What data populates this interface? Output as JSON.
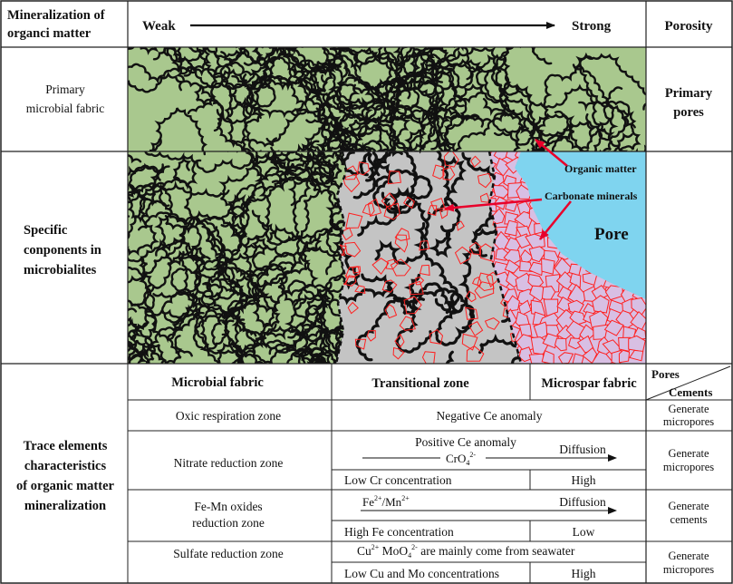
{
  "header": {
    "left_label_line1": "Mineralization of",
    "left_label_line2": "organci matter",
    "weak": "Weak",
    "strong": "Strong",
    "porosity": "Porosity"
  },
  "rows": {
    "primary": {
      "label_line1": "Primary",
      "label_line2": "microbial fabric",
      "porosity_line1": "Primary",
      "porosity_line2": "pores"
    },
    "specific": {
      "label_line1": "Specific",
      "label_line2": "conponents in",
      "label_line3": "microbialites",
      "callout_organic": "Organic matter",
      "callout_carbonate": "Carbonate minerals",
      "pore": "Pore"
    }
  },
  "trace": {
    "label_line1": "Trace elements",
    "label_line2": "characteristics",
    "label_line3": "of organic matter",
    "label_line4": "mineralization",
    "col_microbial": "Microbial fabric",
    "col_transitional": "Transitional zone",
    "col_microspar": "Microspar fabric",
    "col_pores": "Pores",
    "col_cements": "Cements",
    "r1": {
      "zone": "Oxic respiration zone",
      "text": "Negative Ce anomaly",
      "effect_line1": "Generate",
      "effect_line2": "micropores"
    },
    "r2": {
      "zone": "Nitrate reduction zone",
      "anomaly": "Positive Ce anomaly",
      "species": "CrO",
      "sub": "4",
      "sup": "2-",
      "diffusion": "Diffusion",
      "concentration": "Low Cr concentration",
      "level": "High",
      "effect_line1": "Generate",
      "effect_line2": "micropores"
    },
    "r3": {
      "zone_line1": "Fe-Mn oxides",
      "zone_line2": "reduction zone",
      "fe": "Fe",
      "fe_sup": "2+",
      "mn": "/Mn",
      "mn_sup": "2+",
      "diffusion": "Diffusion",
      "concentration": "High Fe concentration",
      "level": "Low",
      "effect_line1": "Generate",
      "effect_line2": "cements"
    },
    "r4": {
      "zone": "Sulfate reduction zone",
      "cu": "Cu",
      "cu_sup": "2+",
      "mo": " MoO",
      "mo_sub": "4",
      "mo_sup": "2-",
      "rest": " are mainly come from seawater",
      "concentration": "Low Cu and Mo concentrations",
      "level": "High",
      "effect_line1": "Generate",
      "effect_line2": "micropores"
    }
  },
  "colors": {
    "microbial_green": "#a9c88e",
    "transitional_gray": "#c4c4c4",
    "microspar_pink": "#d8bfe3",
    "pore_blue": "#7fd4ef",
    "crystal_red": "#ff2020",
    "filament": "#111111"
  }
}
